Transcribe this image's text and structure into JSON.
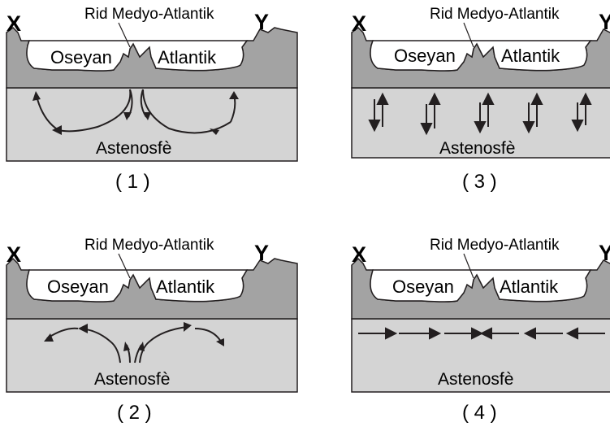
{
  "panels": [
    {
      "number": "( 1 )",
      "ridge_label": "Rid Medyo-Atlantik",
      "ocean_left": "Oseyan",
      "ocean_right": "Atlantik",
      "mantle_label": "Astenosfè",
      "left_end": "X",
      "right_end": "Y",
      "flow_pattern": "convection-cells"
    },
    {
      "number": "( 2 )",
      "ridge_label": "Rid Medyo-Atlantik",
      "ocean_left": "Oseyan",
      "ocean_right": "Atlantik",
      "mantle_label": "Astenosfè",
      "left_end": "X",
      "right_end": "Y",
      "flow_pattern": "rising-diverging"
    },
    {
      "number": "( 3 )",
      "ridge_label": "Rid Medyo-Atlantik",
      "ocean_left": "Oseyan",
      "ocean_right": "Atlantik",
      "mantle_label": "Astenosfè",
      "left_end": "X",
      "right_end": "Y",
      "flow_pattern": "up-down-pairs"
    },
    {
      "number": "( 4 )",
      "ridge_label": "Rid Medyo-Atlantik",
      "ocean_left": "Oseyan",
      "ocean_right": "Atlantik",
      "mantle_label": "Astenosfè",
      "left_end": "X",
      "right_end": "Y",
      "flow_pattern": "converging-horizontal"
    }
  ],
  "colors": {
    "crust": "#a3a3a3",
    "mantle": "#d4d4d4",
    "ocean": "#ffffff",
    "line": "#231f20"
  }
}
